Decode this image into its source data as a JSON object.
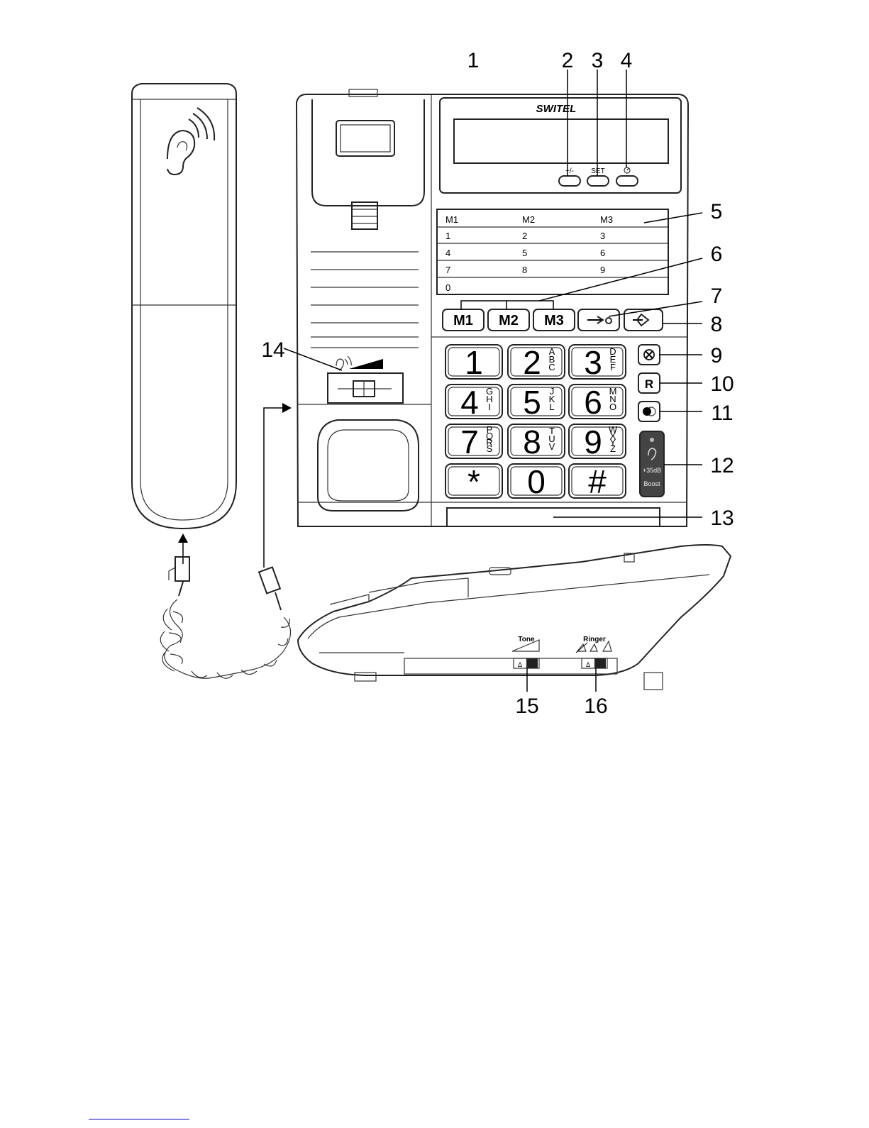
{
  "brand": "SWITEL",
  "callouts": [
    "1",
    "2",
    "3",
    "4",
    "5",
    "6",
    "7",
    "8",
    "9",
    "10",
    "11",
    "12",
    "13",
    "14",
    "15",
    "16"
  ],
  "display_buttons": {
    "plus_minus": "+/-",
    "set": "SET"
  },
  "memory_card": {
    "rows": [
      [
        "M1",
        "M2",
        "M3"
      ],
      [
        "1",
        "2",
        "3"
      ],
      [
        "4",
        "5",
        "6"
      ],
      [
        "7",
        "8",
        "9"
      ],
      [
        "0",
        "",
        ""
      ]
    ]
  },
  "memory_keys": [
    "M1",
    "M2",
    "M3"
  ],
  "keypad": [
    {
      "digit": "1",
      "letters": ""
    },
    {
      "digit": "2",
      "letters": "ABC"
    },
    {
      "digit": "3",
      "letters": "DEF"
    },
    {
      "digit": "4",
      "letters": "GHI"
    },
    {
      "digit": "5",
      "letters": "JKL"
    },
    {
      "digit": "6",
      "letters": "MNO"
    },
    {
      "digit": "7",
      "letters": "PQRS"
    },
    {
      "digit": "8",
      "letters": "TUV"
    },
    {
      "digit": "9",
      "letters": "WXYZ"
    },
    {
      "digit": "*",
      "letters": ""
    },
    {
      "digit": "0",
      "letters": ""
    },
    {
      "digit": "#",
      "letters": ""
    }
  ],
  "side_keys": {
    "recall": "R"
  },
  "boost": {
    "level": "+35dB",
    "label": "Boost"
  },
  "side_view": {
    "tone_label": "Tone",
    "ringer_label": "Ringer",
    "switch_mark": "Δ"
  }
}
